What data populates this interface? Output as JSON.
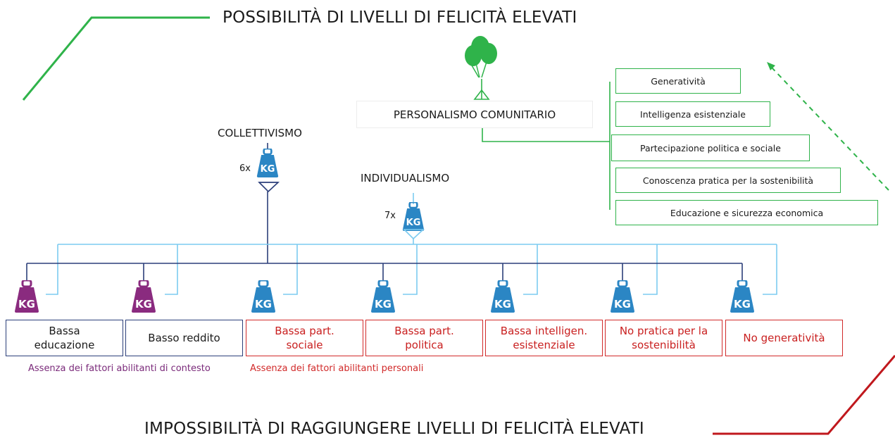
{
  "titles": {
    "top": "POSSIBILITÀ DI LIVELLI DI FELICITÀ ELEVATI",
    "bottom": "IMPOSSIBILITÀ DI RAGGIUNGERE LIVELLI DI FELICITÀ ELEVATI"
  },
  "personalismo": "PERSONALISMO COMUNITARIO",
  "factors": [
    "Generatività",
    "Intelligenza esistenziale",
    "Partecipazione politica e sociale",
    "Conoscenza pratica per la sostenibilità",
    "Educazione e sicurezza economica"
  ],
  "collettivismo": {
    "label": "COLLETTIVISMO",
    "multiplier": "6x"
  },
  "individualismo": {
    "label": "INDIVIDUALISMO",
    "multiplier": "7x"
  },
  "weight_symbol": "KG",
  "conditions": [
    {
      "line1": "Bassa",
      "line2": "educazione",
      "type": "contesto"
    },
    {
      "line1": "Basso reddito",
      "line2": "",
      "type": "contesto"
    },
    {
      "line1": "Bassa part.",
      "line2": "sociale",
      "type": "personali"
    },
    {
      "line1": "Bassa part.",
      "line2": "politica",
      "type": "personali"
    },
    {
      "line1": "Bassa intelligen.",
      "line2": "esistenziale",
      "type": "personali"
    },
    {
      "line1": "No pratica per la",
      "line2": "sostenibilità",
      "type": "personali"
    },
    {
      "line1": "No generatività",
      "line2": "",
      "type": "personali"
    }
  ],
  "captions": {
    "contesto": "Assenza dei fattori abilitanti di contesto",
    "personali": "Assenza dei fattori abilitanti personali"
  },
  "colors": {
    "green": "#2fb34a",
    "red": "#c0181d",
    "navy": "#2c3f7a",
    "light_blue": "#7ccbf0",
    "weight_blue": "#2b86c4",
    "weight_purple": "#8a2b7f",
    "caption_purple": "#7a2a7a",
    "caption_red": "#d12a2a"
  }
}
